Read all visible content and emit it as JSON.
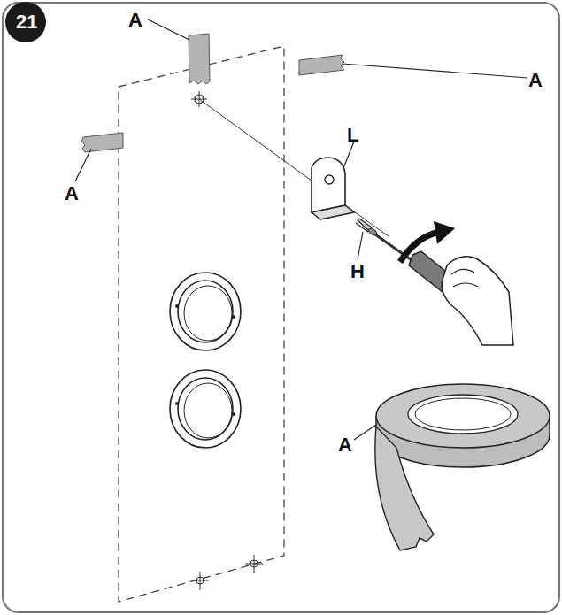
{
  "diagram": {
    "labels": [
      "21",
      "A",
      "A",
      "L",
      "A",
      "H",
      "A"
    ]
  }
}
